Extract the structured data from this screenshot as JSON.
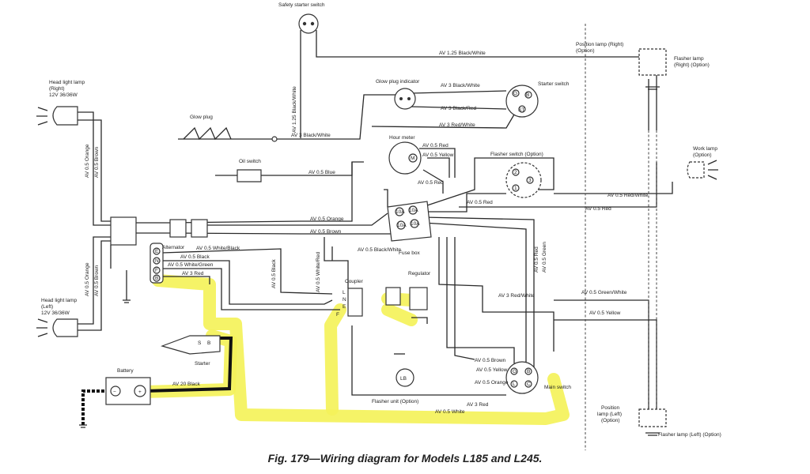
{
  "caption": "Fig. 179—Wiring diagram for Models L185 and L245.",
  "components": {
    "safety_starter_switch": "Safety starter switch",
    "head_light_right": [
      "Head light lamp",
      "(Right)",
      "12V 36/36W"
    ],
    "head_light_left": [
      "Head light lamp",
      "(Left)",
      "12V 36/36W"
    ],
    "glow_plug": "Glow plug",
    "glow_plug_indicator": "Glow plug indicator",
    "starter_switch": "Starter switch",
    "oil_switch": "Oil switch",
    "hour_meter": "Hour meter",
    "flasher_switch": "Flasher switch (Option)",
    "position_lamp_right": [
      "Position lamp (Right)",
      "(Option)"
    ],
    "flasher_lamp_right": [
      "Flasher lamp",
      "(Right) (Option)"
    ],
    "work_lamp": [
      "Work lamp",
      "(Option)"
    ],
    "alternator": "Alternator",
    "fuse_box": "Fuse box",
    "coupler": "Coupler",
    "regulator": "Regulator",
    "starter": "Starter",
    "battery": "Battery",
    "flasher_unit": "Flasher unit (Option)",
    "main_switch": "Main switch",
    "position_lamp_left": [
      "Position",
      "lamp (Left)",
      "(Option)"
    ],
    "flasher_lamp_left": "Flasher lamp (Left) (Option)"
  },
  "wires": {
    "w1": "AV 1.25 Black/White",
    "w2": "AV 3 Black/White",
    "w3": "AV 3 Black/Red",
    "w4": "AV 3 Red/White",
    "w5": "AV 3 Black/White",
    "w6": "AV 1.25 Black/White",
    "w7": "AV 0.5 Red",
    "w8": "AV 0.5 Yellow",
    "w9": "AV 0.5 Red",
    "w10": "AV 0.5 Blue",
    "w11": "AV 0.5 Orange",
    "w12": "AV 0.5 Brown",
    "w13": "AV 0.5 Red",
    "w14": "AV 0.5 Red/White",
    "w15": "AV 0.5 Red",
    "w16": "AV 0.5 Orange",
    "w17": "AV 0.5 Brown",
    "w18": "AV 0.5 Orange",
    "w19": "AV 0.5 Brown",
    "w20": "AV 0.5 White/Black",
    "w21": "AV 0.5 Black",
    "w22": "AV 0.5 White/Green",
    "w23": "AV 3 Red",
    "w24": "AV 0.5 Black",
    "w25": "AV 0.5 White/Red",
    "w26": "AV 0.5 Black/White",
    "w27": "AV 0.5 Red",
    "w28": "AV 0.5 Green",
    "w29": "AV 3 Red/White",
    "w30": "AV 0.5 Green/White",
    "w31": "AV 0.5 Yellow",
    "w32": "AV 20 Black",
    "w33": "AV 3 Red",
    "w34": "AV 0.5 White",
    "w35": "AV 0.5 Brown",
    "w36": "AV 0.5 Yellow",
    "w37": "AV 0.5 Orange"
  },
  "terminals": {
    "alt_e": "E",
    "alt_n": "N",
    "alt_f": "F",
    "alt_b": "B",
    "cpl_l": "L",
    "cpl_n": "N",
    "cpl_e": "E",
    "cpl_f": "F",
    "fb_1": "10A",
    "fb_2": "10A",
    "fb_3": "10A",
    "fb_4": "10A",
    "ss_g": "G",
    "ss_b": "B",
    "ss_st": "ST",
    "hm_m": "M",
    "fs_1": "2",
    "fs_2": "1",
    "fs_3": "3",
    "st_s": "S",
    "st_b": "B",
    "bat_neg": "−",
    "bat_pos": "+",
    "lb": "LB",
    "ms_g": "G",
    "ms_b": "B",
    "ms_l": "L",
    "ms_c": "C"
  }
}
